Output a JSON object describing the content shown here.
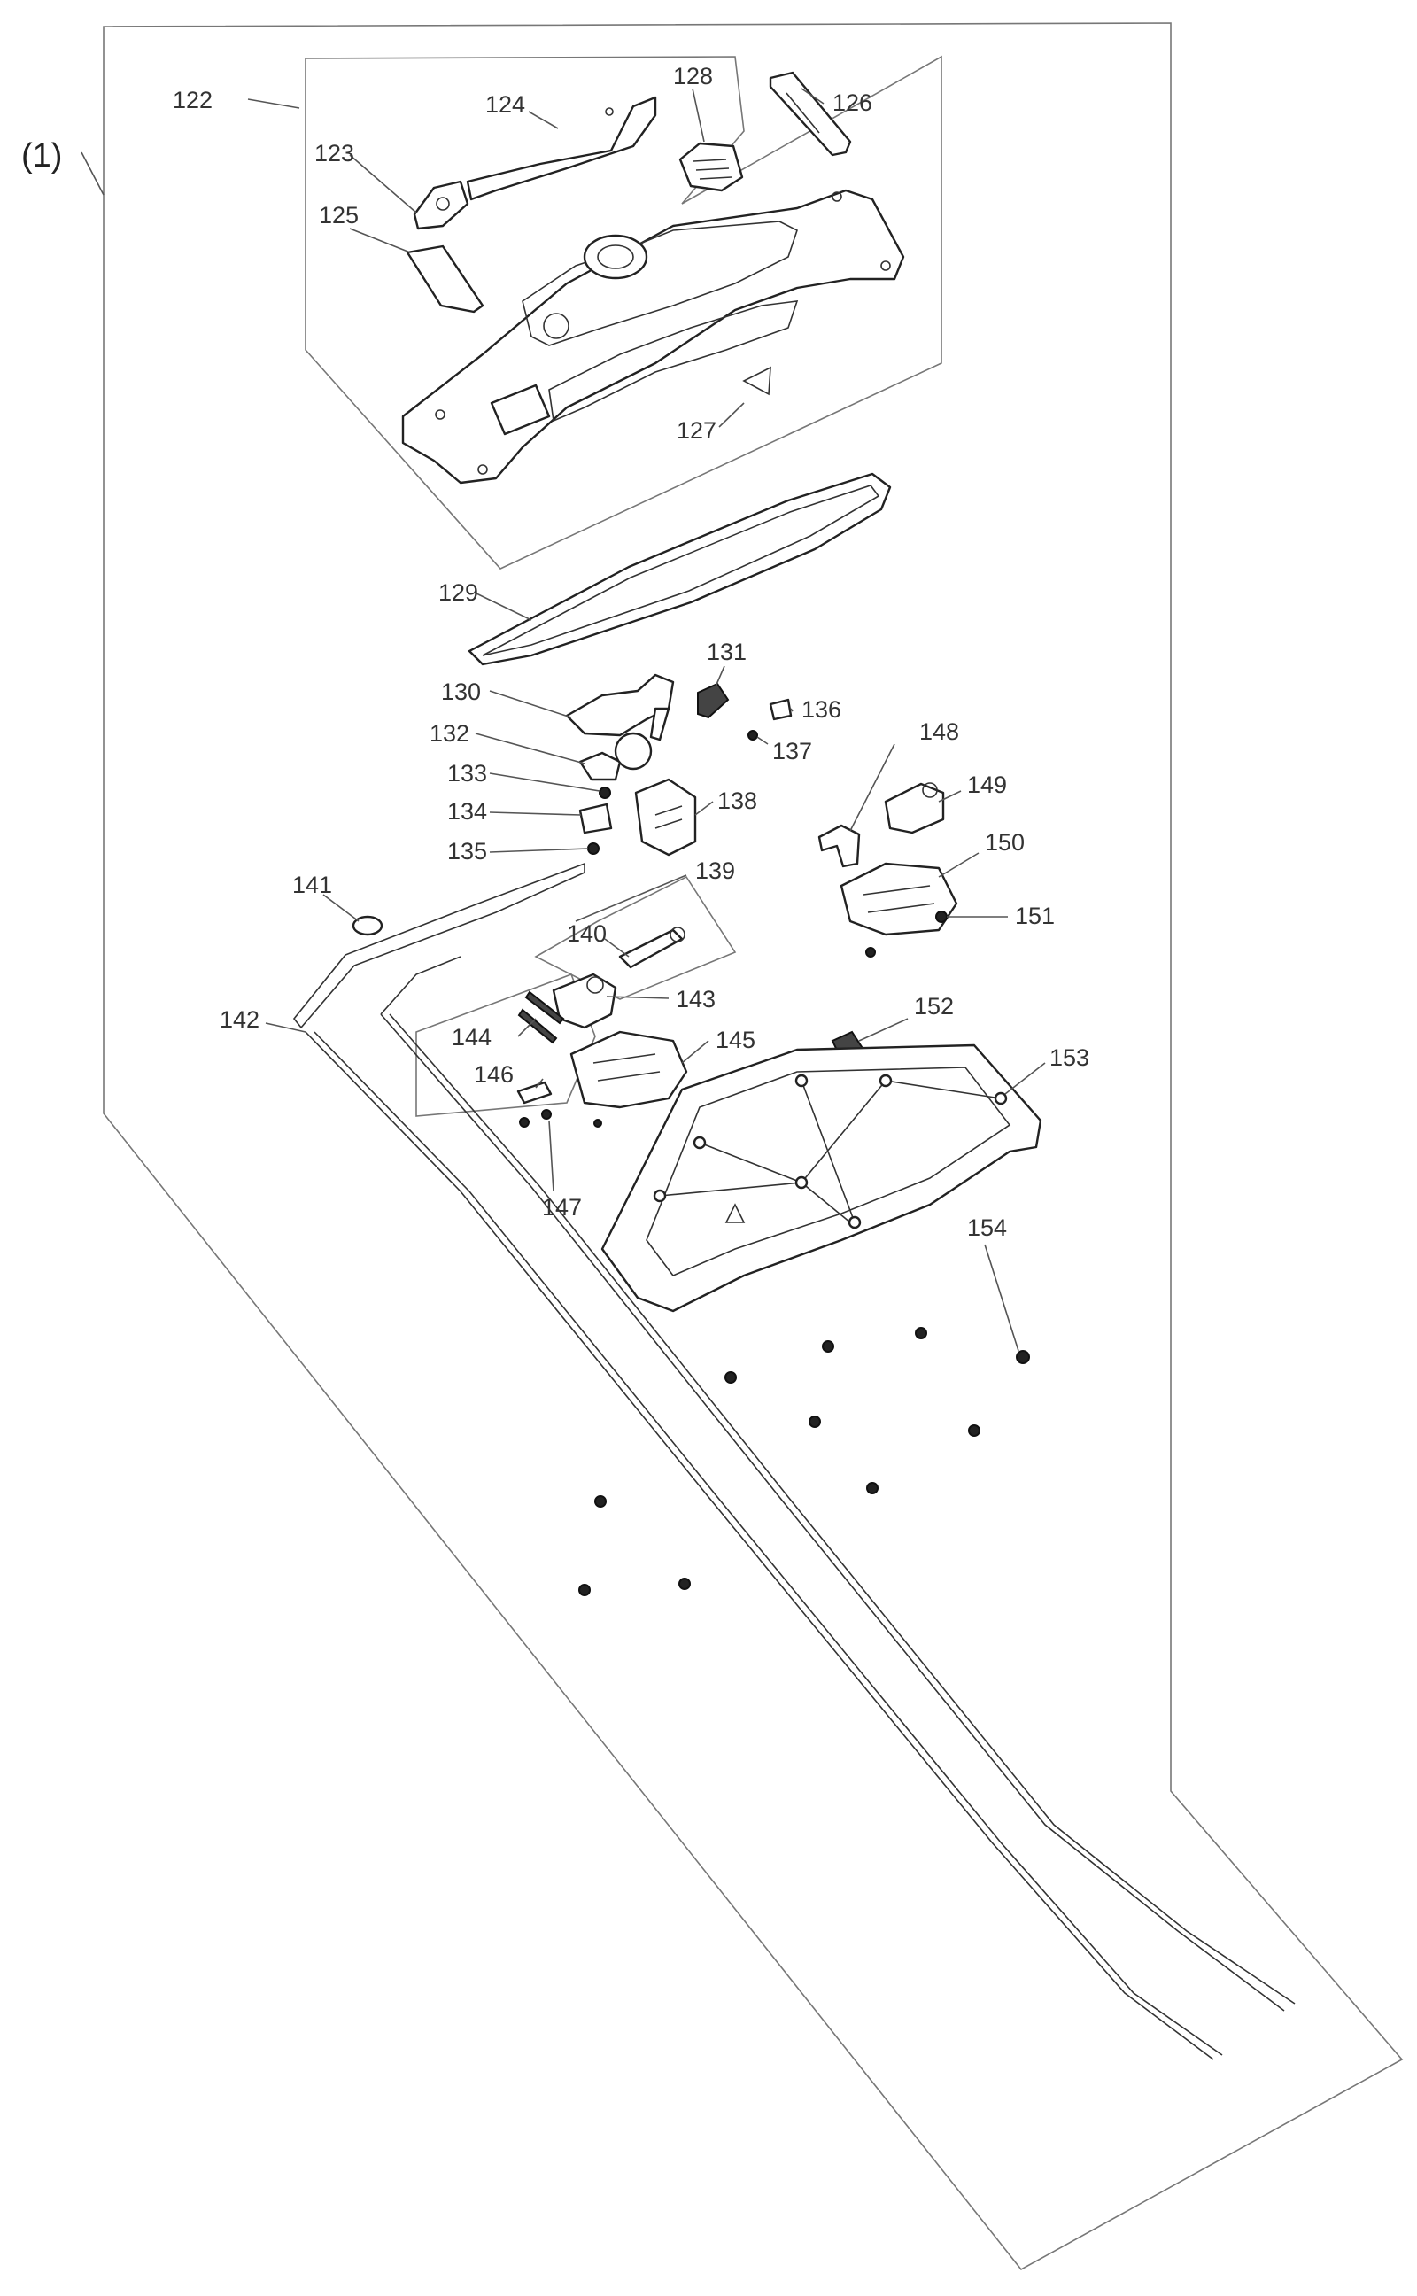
{
  "assembly_label": "(1)",
  "parts": [
    {
      "no": "122"
    },
    {
      "no": "123"
    },
    {
      "no": "124"
    },
    {
      "no": "125"
    },
    {
      "no": "126"
    },
    {
      "no": "127"
    },
    {
      "no": "128"
    },
    {
      "no": "129"
    },
    {
      "no": "130"
    },
    {
      "no": "131"
    },
    {
      "no": "132"
    },
    {
      "no": "133"
    },
    {
      "no": "134"
    },
    {
      "no": "135"
    },
    {
      "no": "136"
    },
    {
      "no": "137"
    },
    {
      "no": "138"
    },
    {
      "no": "139"
    },
    {
      "no": "140"
    },
    {
      "no": "141"
    },
    {
      "no": "142"
    },
    {
      "no": "143"
    },
    {
      "no": "144"
    },
    {
      "no": "145"
    },
    {
      "no": "146"
    },
    {
      "no": "147"
    },
    {
      "no": "148"
    },
    {
      "no": "149"
    },
    {
      "no": "150"
    },
    {
      "no": "151"
    },
    {
      "no": "152"
    },
    {
      "no": "153"
    },
    {
      "no": "154"
    }
  ]
}
